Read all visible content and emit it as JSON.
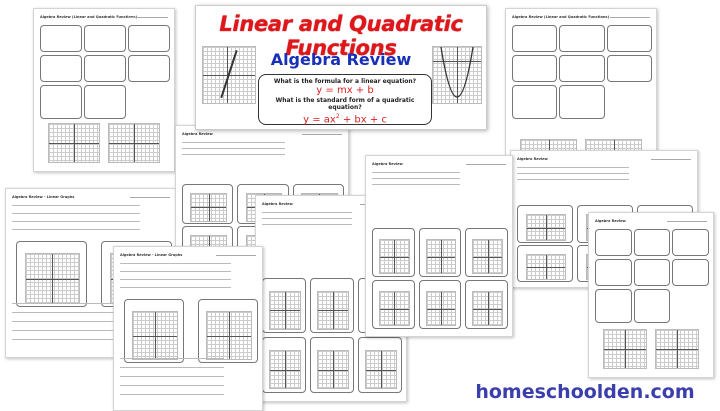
{
  "title_card": {
    "title": "Linear and Quadratic Functions",
    "subtitle": "Algebra Review",
    "question_linear": "What is the formula for a linear equation?",
    "answer_linear": "y = mx + b",
    "question_quadratic": "What is the standard form of a quadratic equation?",
    "answer_quadratic_prefix": "y = ax",
    "answer_quadratic_exp": "2",
    "answer_quadratic_suffix": " + bx + c"
  },
  "sheets": [
    {
      "heading": "Algebra Review (Linear and Quadratic Functions)"
    },
    {
      "heading": "Algebra Review (Linear and Quadratic Functions)"
    },
    {
      "heading": "Algebra Review"
    },
    {
      "heading": "Algebra Review"
    },
    {
      "heading": "Algebra Review"
    },
    {
      "heading": "Algebra Review"
    },
    {
      "heading": "Algebra Review - Linear Graphs"
    },
    {
      "heading": "Algebra Review - Linear Graphs"
    },
    {
      "heading": "Algebra Review"
    }
  ],
  "website": "homeschoolden.com",
  "colors": {
    "title": "#e0161b",
    "subtitle": "#1730b8",
    "answers": "#d22222",
    "website": "#3b3fae"
  }
}
